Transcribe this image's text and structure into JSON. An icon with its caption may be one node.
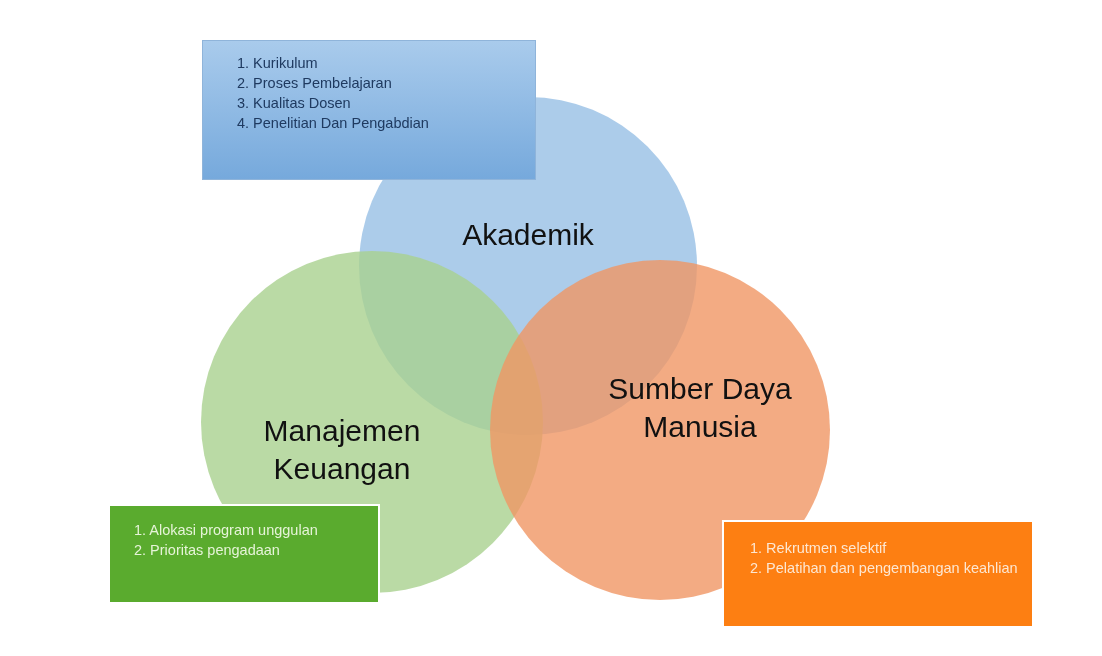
{
  "diagram": {
    "nodes": [
      {
        "text": [
          "1. Kurikulum",
          "2. Proses Pembelajaran",
          "3. Kualitas Dosen",
          "4. Penelitian Dan Pengabdian"
        ]
      },
      {
        "text": [
          "Akademik"
        ]
      },
      {
        "text": [
          "Manajemen Keuangan"
        ]
      },
      {
        "text": [
          "Sumber Daya Manusia"
        ]
      },
      {
        "text": [
          "1. Alokasi program unggulan",
          "2. Prioritas pengadaan"
        ]
      },
      {
        "text": [
          "1. Rekrutmen selektif",
          "2. Pelatihan dan pengembangan keahlian"
        ]
      }
    ],
    "edges": []
  }
}
